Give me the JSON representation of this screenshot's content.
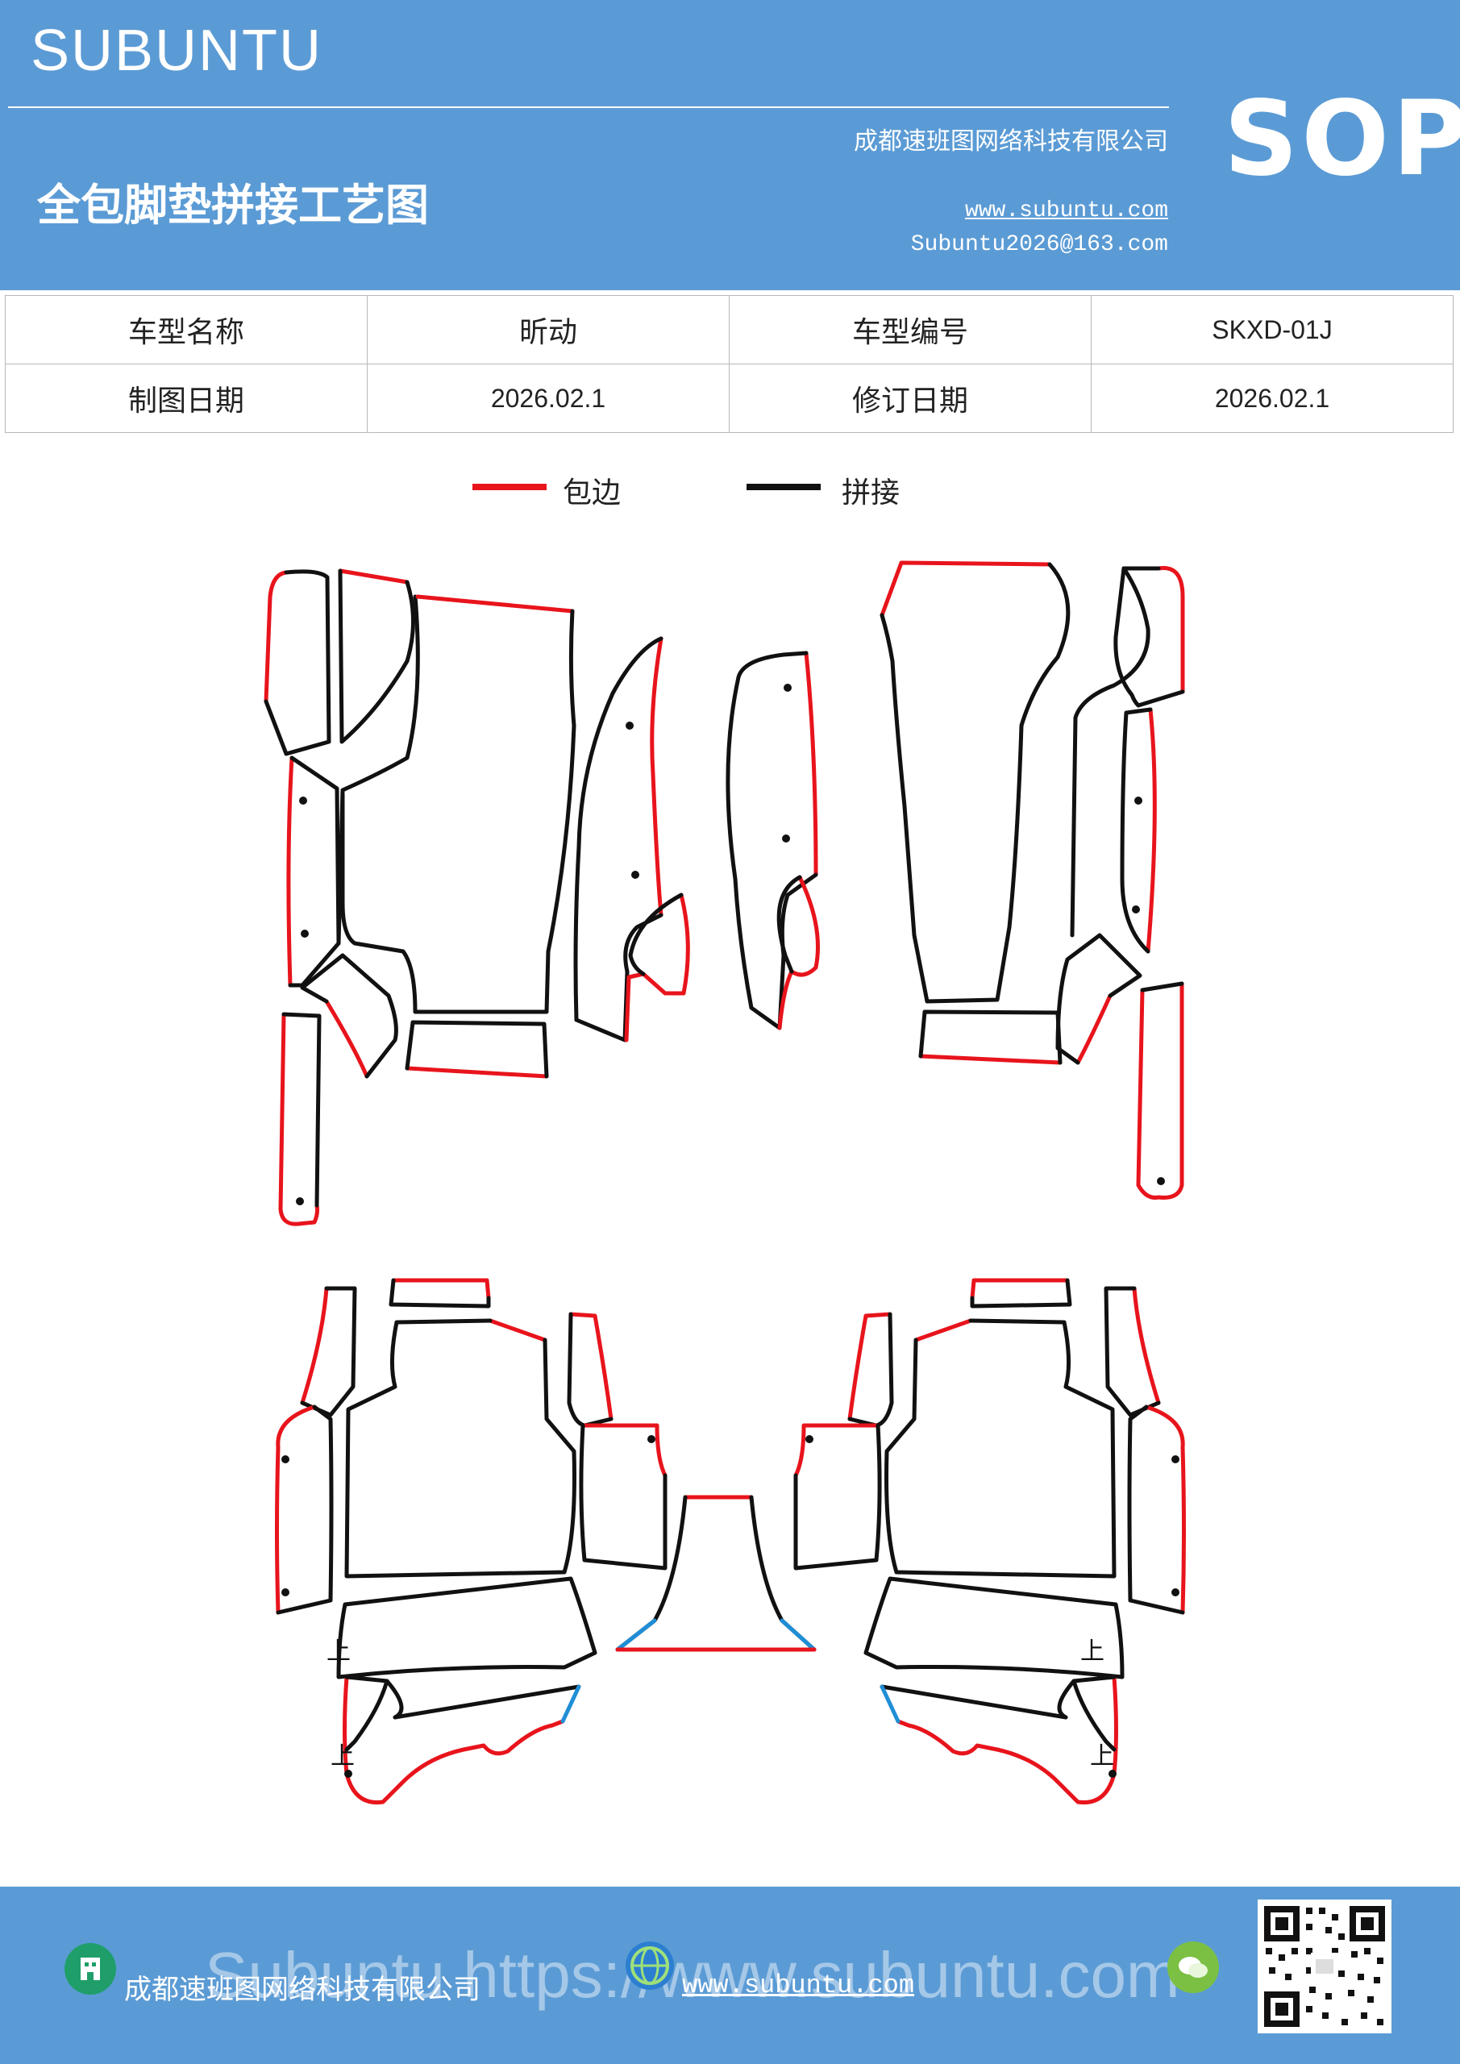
{
  "header": {
    "brand": "SUBUNTU",
    "title": "全包脚垫拼接工艺图",
    "company": "成都速班图网络科技有限公司",
    "website": "www.subuntu.com",
    "email": "Subuntu2026@163.com",
    "badge": "SOP"
  },
  "info_table": {
    "rows": [
      [
        "车型名称",
        "昕动",
        "车型编号",
        "SKXD-01J"
      ],
      [
        "制图日期",
        "2026.02.1",
        "修订日期",
        "2026.02.1"
      ]
    ]
  },
  "legend": {
    "items": [
      {
        "label": "包边",
        "color": "#e8141c"
      },
      {
        "label": "拼接",
        "color": "#111111"
      }
    ]
  },
  "diagram": {
    "colors": {
      "edge": "#e8141c",
      "seam": "#111111",
      "other": "#1f8ed6"
    },
    "up_marker": "上"
  },
  "footer": {
    "company": "成都速班图网络科技有限公司",
    "website": "www.subuntu.com",
    "watermark": "Subuntu https://www.subuntu.com",
    "icons": [
      "building-icon",
      "globe-icon",
      "wechat-icon",
      "qr-code"
    ]
  }
}
